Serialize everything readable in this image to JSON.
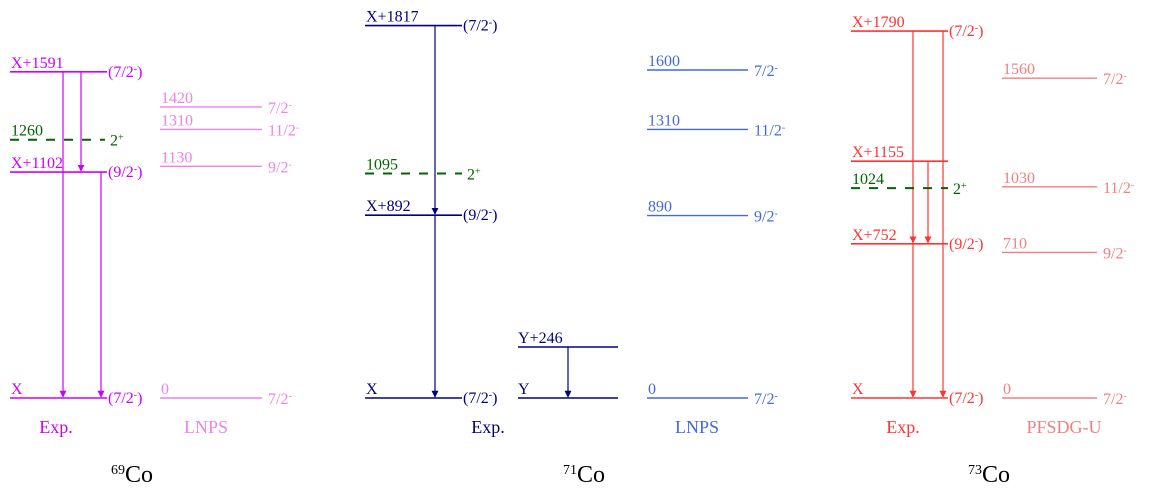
{
  "panels": [
    {
      "nucleus": {
        "mass": "69",
        "symbol": "Co"
      },
      "color_exp": "#cc00ff",
      "color_theory": "#ee82ee",
      "exp": {
        "title": "Exp.",
        "levels": [
          {
            "label": "X+1591",
            "energy": 1591,
            "spin": "(7/2",
            "sup": "-",
            "close": ")"
          },
          {
            "label": "X+1102",
            "energy": 1102,
            "spin": "(9/2",
            "sup": "-",
            "close": ")"
          },
          {
            "label": "X",
            "energy": 0,
            "spin": "(7/2",
            "sup": "-",
            "close": ")"
          }
        ],
        "transitions": [
          {
            "from": "X+1591",
            "to": "X+1102"
          },
          {
            "from": "X+1591",
            "to": "X"
          },
          {
            "from": "X+1102",
            "to": "X"
          }
        ]
      },
      "ref": {
        "label": "1260",
        "energy": 1260,
        "spin": "2",
        "sup": "+",
        "color": "#006400"
      },
      "theory": {
        "title": "LNPS",
        "levels": [
          {
            "label": "1420",
            "energy": 1420,
            "spin": "7/2",
            "sup": "-"
          },
          {
            "label": "1310",
            "energy": 1310,
            "spin": "11/2",
            "sup": "-"
          },
          {
            "label": "1130",
            "energy": 1130,
            "spin": "9/2",
            "sup": "-"
          },
          {
            "label": "0",
            "energy": 0,
            "spin": "7/2",
            "sup": "-"
          }
        ]
      }
    },
    {
      "nucleus": {
        "mass": "71",
        "symbol": "Co"
      },
      "color_exp": "#000080",
      "color_theory": "#4169e1",
      "exp": {
        "title": "Exp.",
        "levels": [
          {
            "label": "X+1817",
            "energy": 1817,
            "spin": "(7/2",
            "sup": "-",
            "close": ")"
          },
          {
            "label": "X+892",
            "energy": 892,
            "spin": "(9/2",
            "sup": "-",
            "close": ")"
          },
          {
            "label": "X",
            "energy": 0,
            "spin": "(7/2",
            "sup": "-",
            "close": ")"
          }
        ],
        "transitions": [
          {
            "from": "X+1817",
            "to": "X+892"
          },
          {
            "from": "X+892",
            "to": "X"
          }
        ]
      },
      "band": {
        "levels": [
          {
            "label": "Y+246",
            "energy": 246
          },
          {
            "label": "Y",
            "energy": 0
          }
        ],
        "transitions": [
          {
            "from": "Y+246",
            "to": "Y"
          }
        ]
      },
      "ref": {
        "label": "1095",
        "energy": 1095,
        "spin": "2",
        "sup": "+",
        "color": "#006400"
      },
      "theory": {
        "title": "LNPS",
        "levels": [
          {
            "label": "1600",
            "energy": 1600,
            "spin": "7/2",
            "sup": "-"
          },
          {
            "label": "1310",
            "energy": 1310,
            "spin": "11/2",
            "sup": "-"
          },
          {
            "label": "890",
            "energy": 890,
            "spin": "9/2",
            "sup": "-"
          },
          {
            "label": "0",
            "energy": 0,
            "spin": "7/2",
            "sup": "-"
          }
        ]
      }
    },
    {
      "nucleus": {
        "mass": "73",
        "symbol": "Co"
      },
      "color_exp": "#ff3333",
      "color_theory": "#f08080",
      "exp": {
        "title": "Exp.",
        "levels": [
          {
            "label": "X+1790",
            "energy": 1790,
            "spin": "(7/2",
            "sup": "-",
            "close": ")"
          },
          {
            "label": "X+1155",
            "energy": 1155,
            "spin": "",
            "sup": "",
            "close": ""
          },
          {
            "label": "X+752",
            "energy": 752,
            "spin": "(9/2",
            "sup": "-",
            "close": ")"
          },
          {
            "label": "X",
            "energy": 0,
            "spin": "(7/2",
            "sup": "-",
            "close": ")"
          }
        ],
        "transitions": [
          {
            "from": "X+1790",
            "to": "X+752"
          },
          {
            "from": "X+1790",
            "to": "X"
          },
          {
            "from": "X+1155",
            "to": "X+752"
          },
          {
            "from": "X+752",
            "to": "X"
          }
        ]
      },
      "ref": {
        "label": "1024",
        "energy": 1024,
        "spin": "2",
        "sup": "+",
        "color": "#006400"
      },
      "theory": {
        "title": "PFSDG-U",
        "levels": [
          {
            "label": "1560",
            "energy": 1560,
            "spin": "7/2",
            "sup": "-"
          },
          {
            "label": "1030",
            "energy": 1030,
            "spin": "11/2",
            "sup": "-"
          },
          {
            "label": "710",
            "energy": 710,
            "spin": "9/2",
            "sup": "-"
          },
          {
            "label": "0",
            "energy": 0,
            "spin": "7/2",
            "sup": "-"
          }
        ]
      }
    }
  ]
}
